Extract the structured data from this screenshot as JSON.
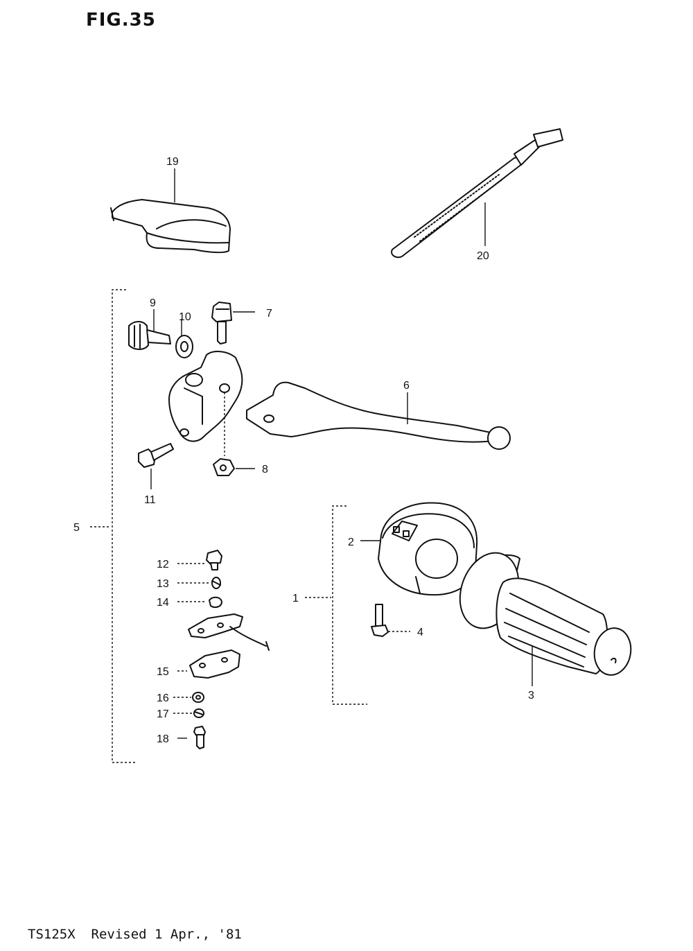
{
  "figure": {
    "title": "FIG.35"
  },
  "footer": {
    "text": "TS125X  Revised 1 Apr., '81"
  },
  "callouts": {
    "c1": "1",
    "c2": "2",
    "c3": "3",
    "c4": "4",
    "c5": "5",
    "c6": "6",
    "c7": "7",
    "c8": "8",
    "c9": "9",
    "c10": "10",
    "c11": "11",
    "c12": "12",
    "c13": "13",
    "c14": "14",
    "c15": "15",
    "c16": "16",
    "c17": "17",
    "c18": "18",
    "c19": "19",
    "c20": "20"
  }
}
